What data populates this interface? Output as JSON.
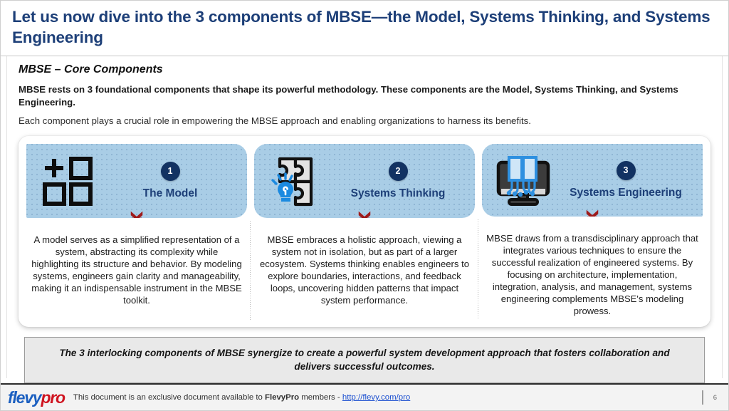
{
  "slide": {
    "title": "Let us now dive into the 3 components of MBSE—the Model, Systems Thinking, and Systems Engineering",
    "section_heading": "MBSE – Core Components",
    "lead_bold": "MBSE rests on 3 foundational components that shape its powerful methodology. These components are the Model, Systems Thinking, and Systems Engineering.",
    "lead_normal": "Each component plays a crucial role in empowering the MBSE approach and enabling organizations to harness its benefits.",
    "callout": "The 3 interlocking components of MBSE synergize to create a powerful system development approach that fosters collaboration and delivers successful outcomes."
  },
  "cards": [
    {
      "number": "1",
      "title": "The Model",
      "icon": "grid-plus-squares-icon",
      "body": "A model serves as a simplified representation of a system, abstracting its complexity while highlighting its structure and behavior. By modeling systems, engineers gain clarity and manageability, making it an indispensable instrument in the MBSE toolkit."
    },
    {
      "number": "2",
      "title": "Systems Thinking",
      "icon": "puzzle-lightbulb-icon",
      "body": "MBSE embraces a holistic approach, viewing a system not in isolation, but as part of a larger ecosystem. Systems thinking enables engineers to explore boundaries, interactions, and feedback loops, uncovering hidden patterns that impact system performance."
    },
    {
      "number": "3",
      "title": "Systems Engineering",
      "icon": "monitor-book-icon",
      "body": "MBSE draws from a transdisciplinary approach that integrates various techniques to ensure the successful realization of engineered systems. By focusing on architecture, implementation, integration, analysis, and management, systems engineering complements MBSE's modeling prowess."
    }
  ],
  "footer": {
    "logo_part1": "flevy",
    "logo_part2": "pro",
    "text_before": "This document is an exclusive document available to ",
    "brand": "FlevyPro",
    "text_after": " members - ",
    "link": "http://flevy.com/pro",
    "page_number": "6"
  },
  "colors": {
    "title_blue": "#1d3f78",
    "card_band": "#a9cde6",
    "badge_navy": "#123262",
    "chevron_red": "#9e1b1b",
    "logo_blue": "#1b5fc0",
    "logo_red": "#cf1420"
  }
}
